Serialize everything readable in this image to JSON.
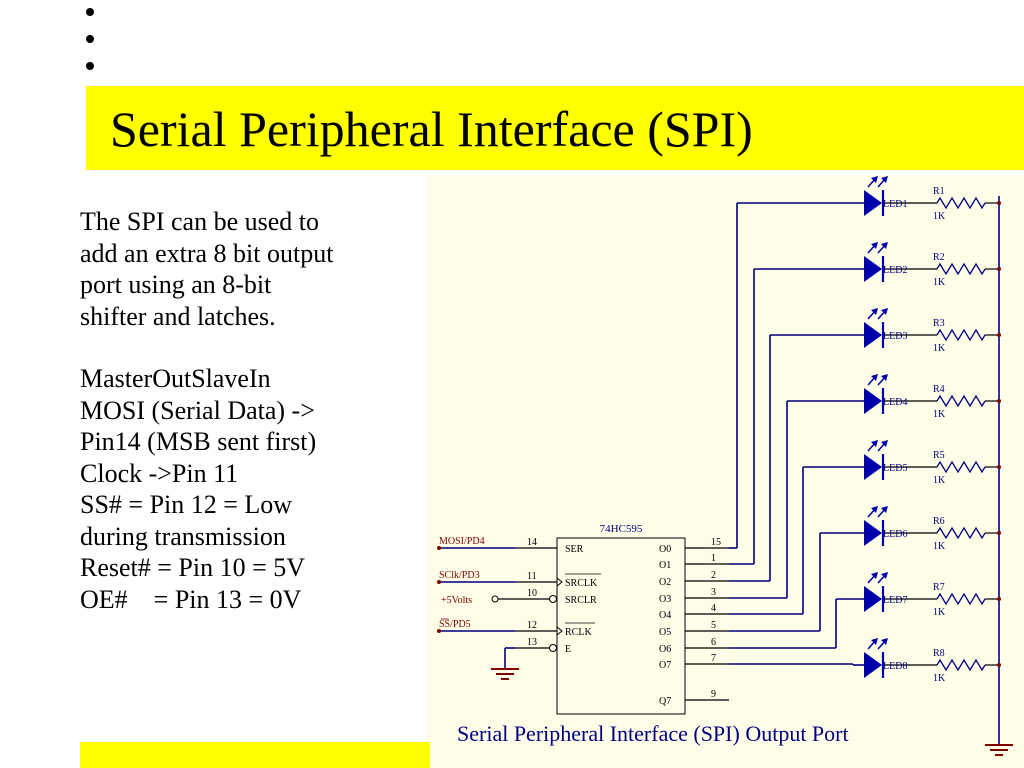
{
  "slide": {
    "title": "Serial Peripheral Interface (SPI)",
    "bullets": [
      "",
      "",
      ""
    ]
  },
  "body": {
    "paragraph1": [
      "The SPI can be used to",
      "add an extra 8 bit output",
      "port using an 8-bit",
      "shifter and latches."
    ],
    "paragraph2": [
      "MasterOutSlaveIn",
      "MOSI (Serial Data) ->",
      "Pin14 (MSB sent first)",
      "Clock ->Pin 11",
      "SS# = Pin 12 = Low",
      "during transmission",
      "Reset# = Pin 10 = 5V",
      "OE#    = Pin 13 = 0V"
    ]
  },
  "schematic": {
    "caption": "Serial Peripheral Interface (SPI) Output Port",
    "chip_name": "74HC595",
    "inputs": [
      {
        "signal": "MOSI/PD4",
        "pin": "14",
        "label": "SER"
      },
      {
        "signal": "SClk/PD3",
        "pin": "11",
        "label": "SRCLK"
      },
      {
        "signal": "+5Volts",
        "pin": "10",
        "label": "SRCLR"
      },
      {
        "signal": "SS/PD5",
        "pin": "12",
        "label": "RCLK"
      },
      {
        "signal": "",
        "pin": "13",
        "label": "E"
      }
    ],
    "outputs": [
      {
        "label": "O0",
        "pin": "15"
      },
      {
        "label": "O1",
        "pin": "1"
      },
      {
        "label": "O2",
        "pin": "2"
      },
      {
        "label": "O3",
        "pin": "3"
      },
      {
        "label": "O4",
        "pin": "4"
      },
      {
        "label": "O5",
        "pin": "5"
      },
      {
        "label": "O6",
        "pin": "6"
      },
      {
        "label": "O7",
        "pin": "7"
      },
      {
        "label": "Q7",
        "pin": "9"
      }
    ],
    "leds": [
      "LED1",
      "LED2",
      "LED3",
      "LED4",
      "LED5",
      "LED6",
      "LED7",
      "LED8"
    ],
    "resistors": [
      {
        "name": "R1",
        "value": "1K"
      },
      {
        "name": "R2",
        "value": "1K"
      },
      {
        "name": "R3",
        "value": "1K"
      },
      {
        "name": "R4",
        "value": "1K"
      },
      {
        "name": "R5",
        "value": "1K"
      },
      {
        "name": "R6",
        "value": "1K"
      },
      {
        "name": "R7",
        "value": "1K"
      },
      {
        "name": "R8",
        "value": "1K"
      }
    ]
  },
  "colors": {
    "highlight": "#ffff00",
    "wire": "#000080",
    "led": "#0000aa",
    "component_text": "#000080",
    "signal_text": "#800000",
    "schematic_bg": "#fdfde8"
  }
}
